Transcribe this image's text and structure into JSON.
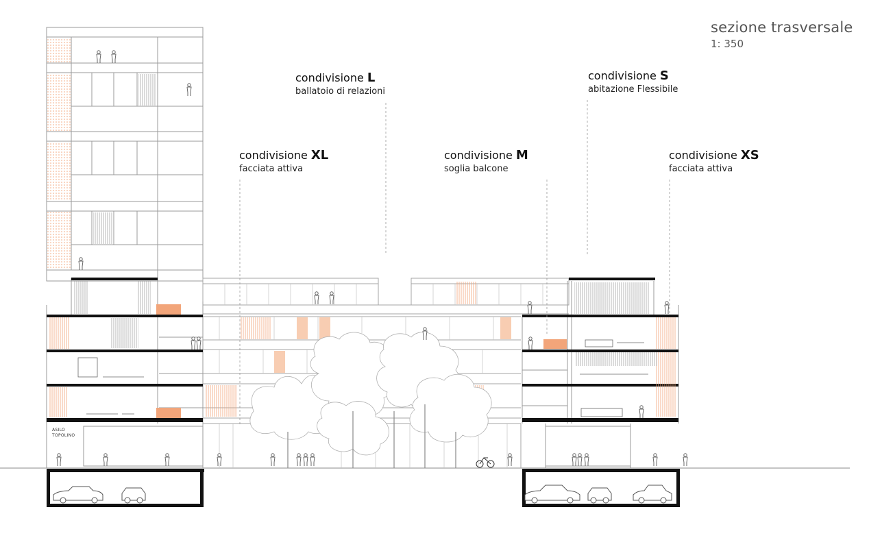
{
  "title": "sezione trasversale",
  "scale": "1: 350",
  "labels": {
    "l": {
      "prefix": "condivisione",
      "size": "L",
      "desc": "ballatoio di relazioni"
    },
    "s": {
      "prefix": "condivisione",
      "size": "S",
      "desc": "abitazione Flessibile"
    },
    "xl": {
      "prefix": "condivisione",
      "size": "XL",
      "desc": "facciata attiva"
    },
    "m": {
      "prefix": "condivisione",
      "size": "M",
      "desc": "soglia balcone"
    },
    "xs": {
      "prefix": "condivisione",
      "size": "XS",
      "desc": "facciata attiva"
    }
  },
  "nursery": {
    "line1": "ASILO",
    "line2": "TOPOLINO"
  },
  "colors": {
    "accent": "#f2a57a",
    "accent_light": "#f8cdb2",
    "line": "#9a9a9a",
    "slab": "#111111"
  }
}
